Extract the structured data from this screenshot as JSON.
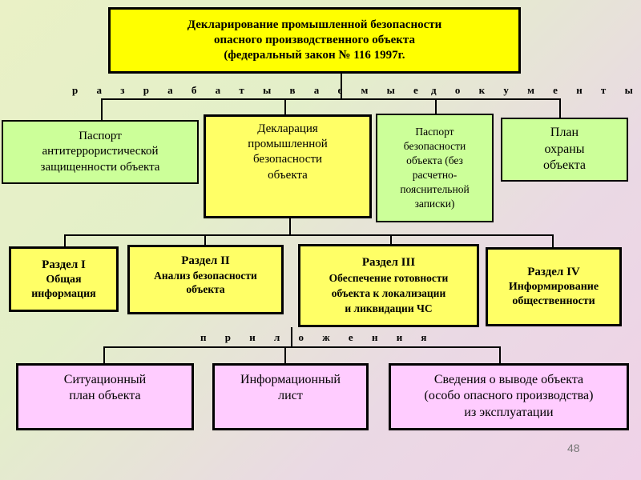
{
  "title": {
    "line1": "Декларирование промышленной безопасности",
    "line2": "опасного производственного объекта",
    "line3": "(федеральный закон № 116   1997г."
  },
  "labels": {
    "developed_word1": "р а з р а б а т ы в а е м ы е",
    "developed_word2": "д о к у м е н т ы",
    "appendices": "п р и л о ж е н и я"
  },
  "documents": [
    {
      "lines": [
        "Паспорт",
        "антитеррористической",
        "защищенности объекта"
      ]
    },
    {
      "lines": [
        "Декларация",
        "промышленной",
        "безопасности",
        "объекта"
      ]
    },
    {
      "lines": [
        "Паспорт",
        "безопасности",
        "объекта (без",
        "расчетно-",
        "пояснительной",
        "записки)"
      ]
    },
    {
      "lines": [
        "План",
        "охраны",
        "объекта"
      ]
    }
  ],
  "sections": [
    {
      "lines": [
        "Раздел I",
        "Общая",
        "информация"
      ]
    },
    {
      "lines": [
        "Раздел II",
        "Анализ безопасности",
        "объекта"
      ]
    },
    {
      "lines": [
        "Раздел III",
        "Обеспечение готовности",
        "объекта к локализации",
        "и ликвидации ЧС"
      ]
    },
    {
      "lines": [
        "Раздел IV",
        "Информирование",
        "общественности"
      ]
    }
  ],
  "appendices": [
    {
      "lines": [
        "Ситуационный",
        "план объекта"
      ]
    },
    {
      "lines": [
        "Информационный",
        "лист"
      ]
    },
    {
      "lines": [
        "Сведения о выводе объекта",
        "(особо опасного производства)",
        "из эксплуатации"
      ]
    }
  ],
  "page_number": "48",
  "colors": {
    "title_fill": "#ffff00",
    "document_green": "#ccff99",
    "declaration_yellow": "#ffff66",
    "section_yellow": "#ffff66",
    "appendix_pink": "#ffccff"
  }
}
